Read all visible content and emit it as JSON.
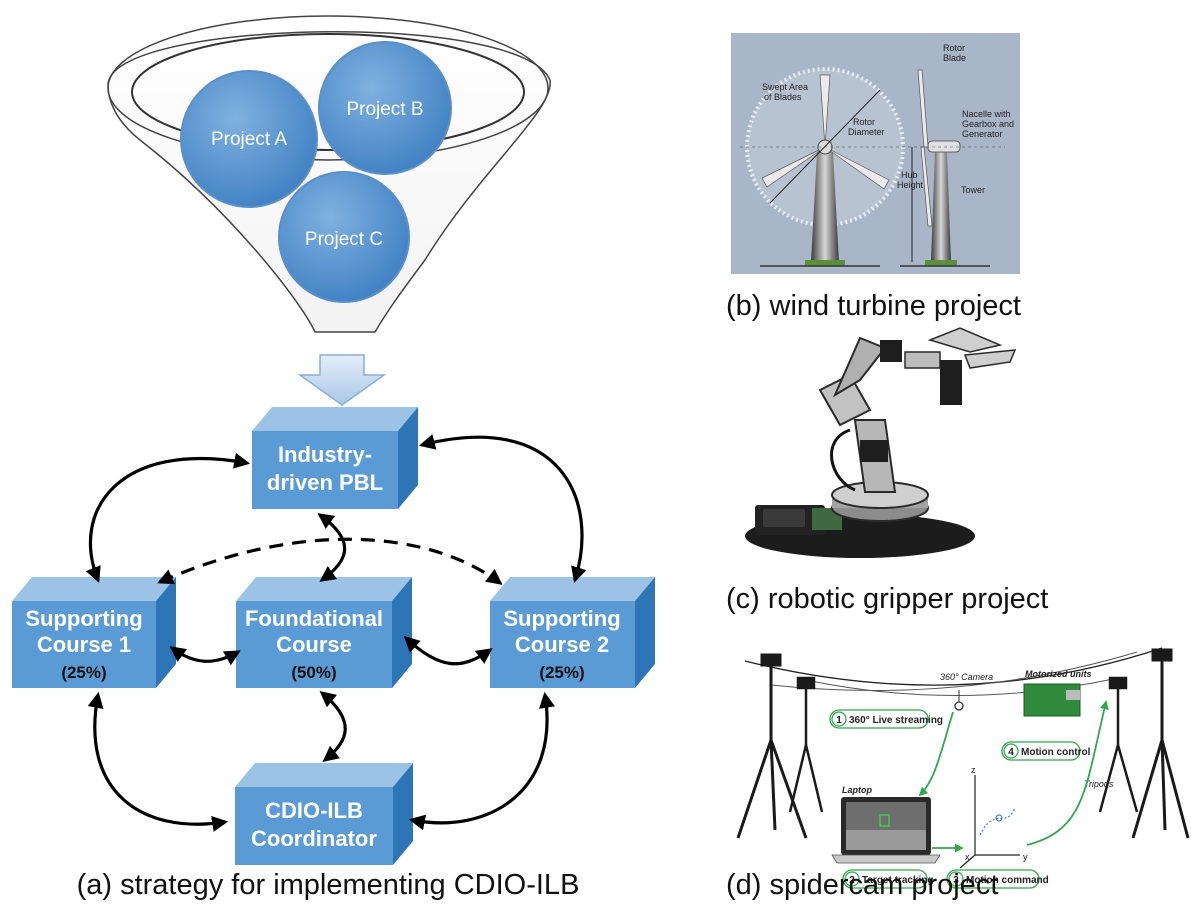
{
  "panel_a": {
    "projects": [
      "Project A",
      "Project B",
      "Project C"
    ],
    "boxes": {
      "pbl": {
        "line1": "Industry-",
        "line2": "driven PBL"
      },
      "supporting1": {
        "line1": "Supporting",
        "line2": "Course 1",
        "pct": "(25%)"
      },
      "foundational": {
        "line1": "Foundational",
        "line2": "Course",
        "pct": "(50%)"
      },
      "supporting2": {
        "line1": "Supporting",
        "line2": "Course 2",
        "pct": "(25%)"
      },
      "coordinator": {
        "line1": "CDIO-ILB",
        "line2": "Coordinator"
      }
    },
    "caption": "(a) strategy for implementing CDIO-ILB"
  },
  "panel_b": {
    "labels": {
      "swept": [
        "Swept Area",
        "of Blades"
      ],
      "rotor_diameter": [
        "Rotor",
        "Diameter"
      ],
      "rotor_blade": [
        "Rotor",
        "Blade"
      ],
      "nacelle": [
        "Nacelle with",
        "Gearbox and",
        "Generator"
      ],
      "hub_height": [
        "Hub",
        "Height"
      ],
      "tower": "Tower"
    },
    "caption": "(b) wind turbine project"
  },
  "panel_c": {
    "caption": "(c) robotic gripper project"
  },
  "panel_d": {
    "camera": "360° Camera",
    "motorized": "Motorized units",
    "laptop": "Laptop",
    "tripods": "Tripods",
    "steps": [
      {
        "num": "1",
        "label": "360° Live streaming"
      },
      {
        "num": "2",
        "label": "Target tracking"
      },
      {
        "num": "3",
        "label": "Motion command"
      },
      {
        "num": "4",
        "label": "Motion control"
      }
    ],
    "axes": {
      "z": "z",
      "x": "x",
      "y": "y"
    },
    "caption": "(d) spidercam project"
  },
  "colors": {
    "box_front": "#5b9bd5",
    "box_top": "#9cc3e6",
    "box_side": "#2e75b6",
    "circle": "#5b9bd5",
    "arrow_green": "#2fa84f",
    "turbine_bg": "#a9b6c8"
  }
}
